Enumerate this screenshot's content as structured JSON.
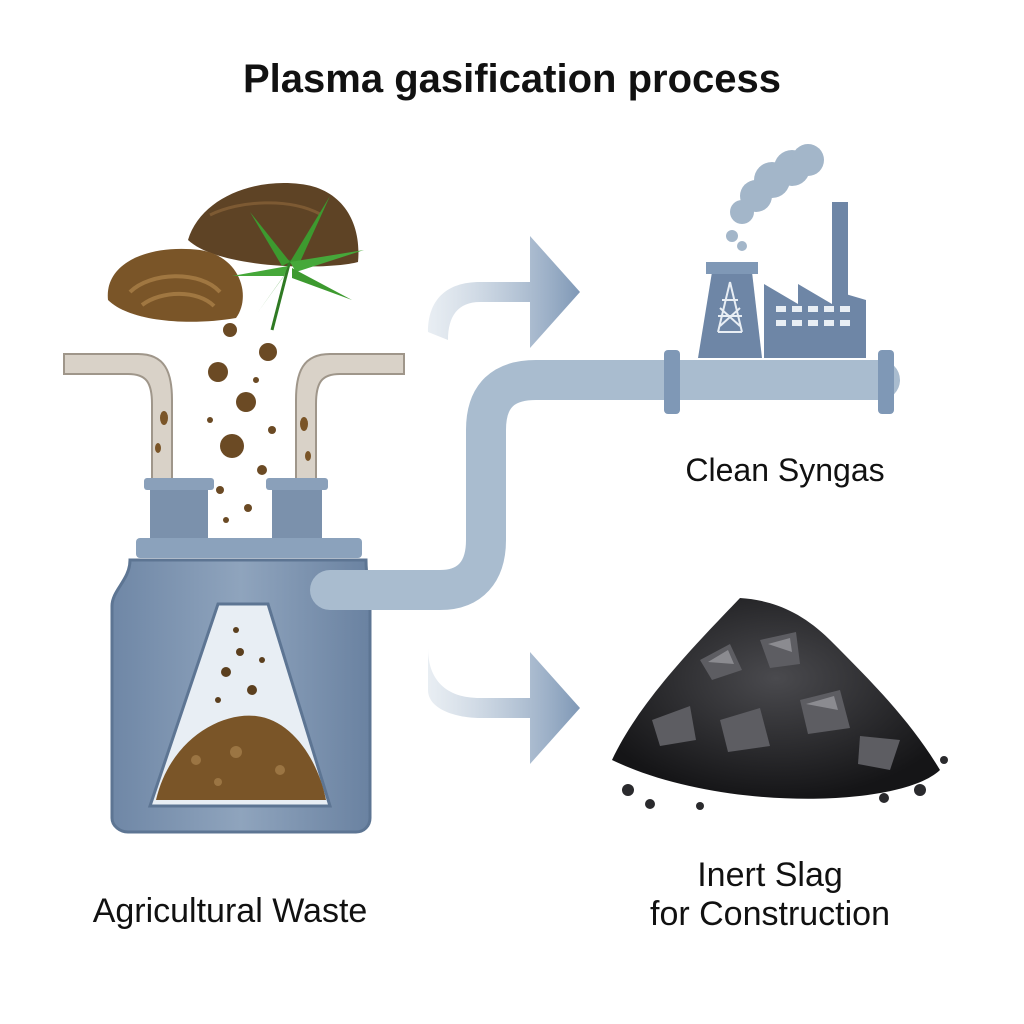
{
  "title": "Plasma gasification process",
  "labels": {
    "syngas": "Clean Syngas",
    "waste": "Agricultural Waste",
    "slag_line1": "Inert Slag",
    "slag_line2": "for Construction"
  },
  "colors": {
    "pipe_blue": "#a9bccf",
    "steel_blue": "#7b91ac",
    "factory_blue": "#6e86a6",
    "waste_brown": "#7a5528",
    "leaf_green": "#3d9a2f",
    "slag_black": "#1c1c1e"
  },
  "icons": [
    "agricultural-waste-pile",
    "leaf-icon",
    "hopper-pipes",
    "gasifier-tank",
    "flow-arrow",
    "factory-icon",
    "smoke-cloud",
    "slag-pile"
  ]
}
